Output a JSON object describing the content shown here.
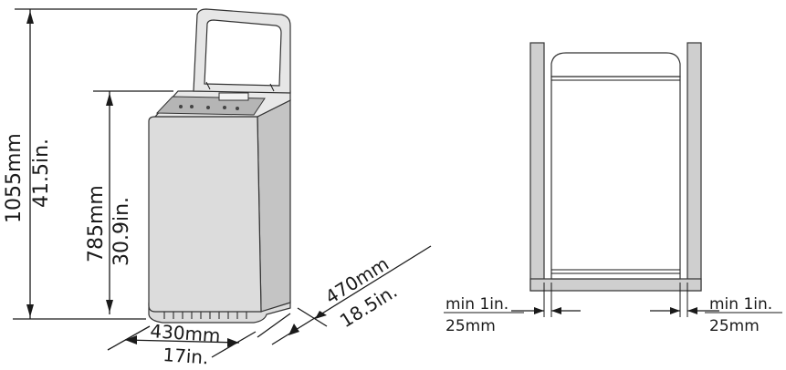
{
  "dimensions": {
    "height_lid_open_mm": "1055mm",
    "height_lid_open_in": "41.5in.",
    "height_body_mm": "785mm",
    "height_body_in": "30.9in.",
    "width_mm": "430mm",
    "width_in": "17in.",
    "depth_mm": "470mm",
    "depth_in": "18.5in."
  },
  "clearance": {
    "left_top": "min 1in.",
    "left_bottom": "25mm",
    "right_top": "min 1in.",
    "right_bottom": "25mm"
  },
  "colors": {
    "cabinet": "#dcdcdc",
    "wall": "#cfcfcf",
    "line": "#1a1a1a"
  }
}
